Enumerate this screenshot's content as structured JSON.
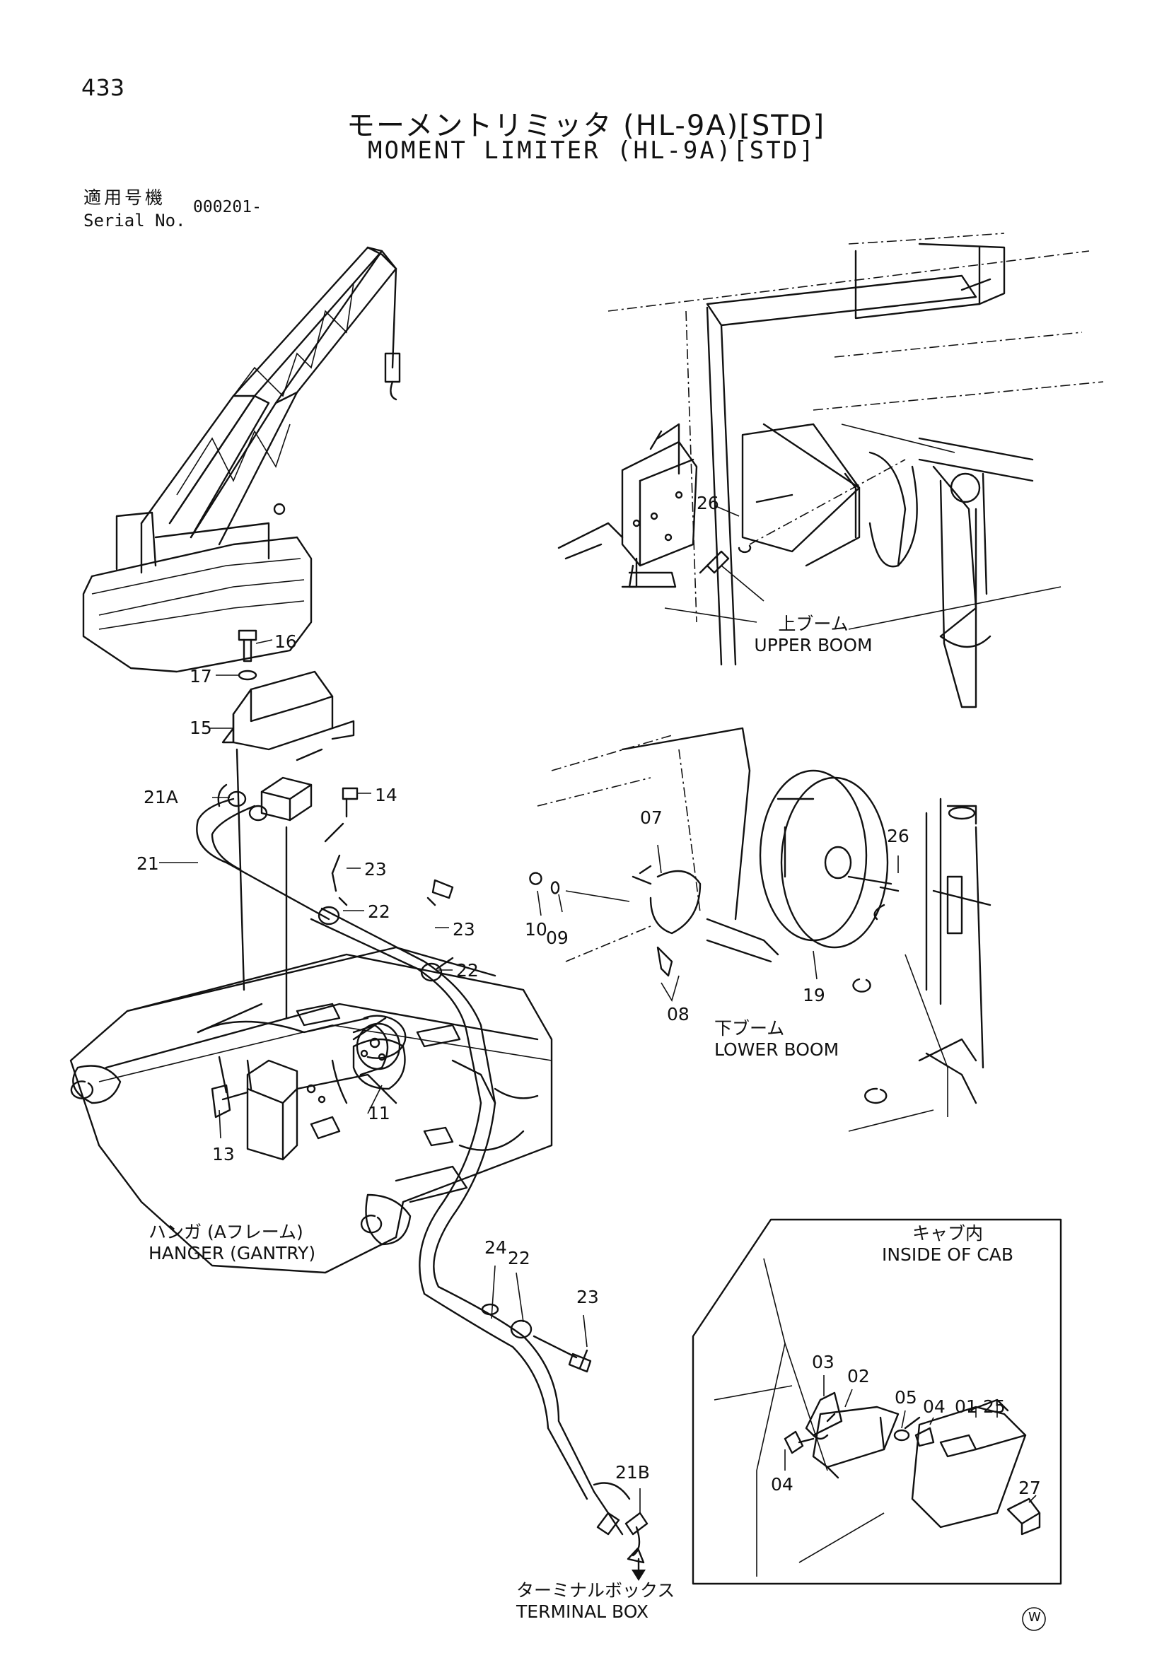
{
  "page_number": "433",
  "title_jp": "モーメントリミッタ (HL-9A)[STD]",
  "title_en": "MOMENT LIMITER (HL-9A)[STD]",
  "serial": {
    "label_jp": "適用号機",
    "label_en": "Serial No.",
    "value": "000201-"
  },
  "captions": {
    "upper_boom_jp": "上ブーム",
    "upper_boom_en": "UPPER BOOM",
    "lower_boom_jp": "下ブーム",
    "lower_boom_en": "LOWER BOOM",
    "hanger_jp": "ハンガ (Aフレーム)",
    "hanger_en": "HANGER (GANTRY)",
    "cab_jp": "キャブ内",
    "cab_en": "INSIDE OF CAB",
    "terminal_jp": "ターミナルボックス",
    "terminal_en": "TERMINAL BOX"
  },
  "callouts": {
    "c26a": "26",
    "c16": "16",
    "c17": "17",
    "c15": "15",
    "c21a": "21A",
    "c14": "14",
    "c21": "21",
    "c23a": "23",
    "c22a": "22",
    "c23b": "23",
    "c22b": "22",
    "c11": "11",
    "c13": "13",
    "c07": "07",
    "c26b": "26",
    "c10": "10",
    "c09": "09",
    "c08": "08",
    "c19": "19",
    "c24": "24",
    "c22c": "22",
    "c23c": "23",
    "c21b": "21B",
    "c03": "03",
    "c02": "02",
    "c05": "05",
    "c04a": "04",
    "c01": "01",
    "c25": "25",
    "c04b": "04",
    "c27": "27"
  },
  "watermark": "W"
}
